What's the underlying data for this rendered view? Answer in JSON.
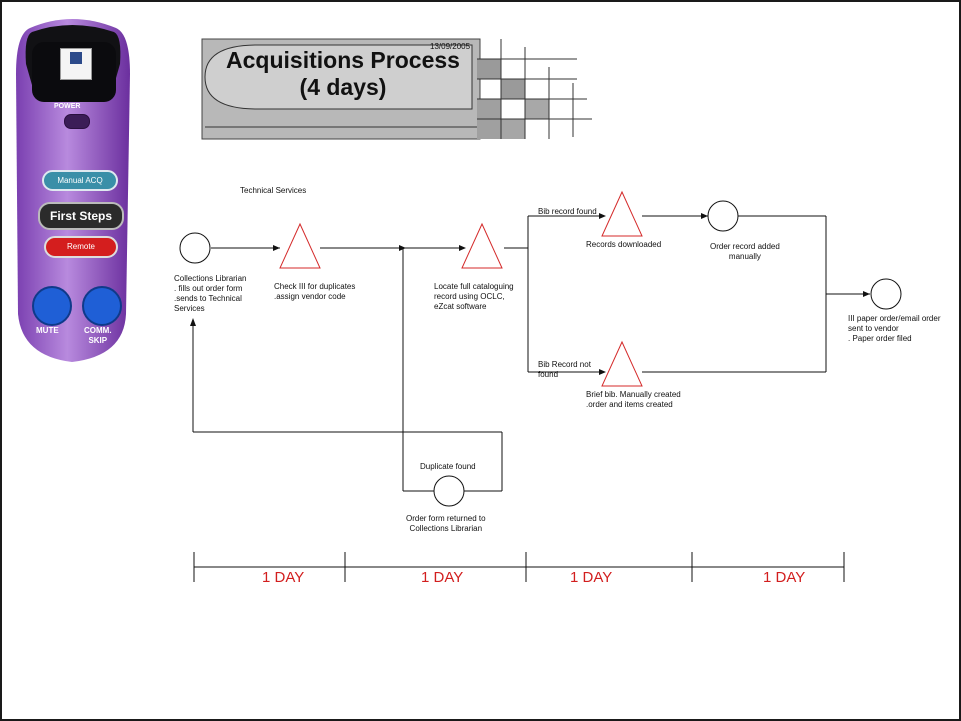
{
  "header": {
    "title_line1": "Acquisitions Process",
    "title_line2": "(4 days)",
    "date": "13/09/2005"
  },
  "device": {
    "power_label": "POWER",
    "buttons": [
      "Manual ACQ",
      "First Steps",
      "Remote"
    ],
    "mute_label": "MUTE",
    "comm_skip_label": "COMM.\nSKIP",
    "colors": {
      "body": "#9b59c9",
      "body_dark": "#6b2f9e",
      "screen": "#0d0d10",
      "blue_button": "#1f5fd6",
      "red_button": "#d41e1e",
      "teal_button": "#3a8fa8"
    }
  },
  "diagram": {
    "lane_label": "Technical Services",
    "node_labels": {
      "collections_librarian": "Collections Librarian\n. fills out order form\n.sends to Technical\nServices",
      "check_duplicates": "Check III for duplicates\n.assign vendor code",
      "locate_record": "Locate full cataloguing\nrecord using OCLC,\neZcat software",
      "bib_found": "Bib record found",
      "records_downloaded": "Records downloaded",
      "order_record_added": "Order record added\nmanually",
      "bib_not_found": "Bib Record not\nfound",
      "brief_bib": "Brief bib. Manually created\n.order and items created",
      "paper_order": "III paper order/email order\nsent to vendor\n. Paper order filed",
      "duplicate_found": "Duplicate found",
      "order_returned": "Order form returned to\nCollections Librarian"
    },
    "timeline": [
      "1 DAY",
      "1 DAY",
      "1 DAY",
      "1 DAY"
    ],
    "colors": {
      "triangle": "#d42a2a",
      "line": "#111111",
      "day_text": "#d21e1e"
    }
  }
}
